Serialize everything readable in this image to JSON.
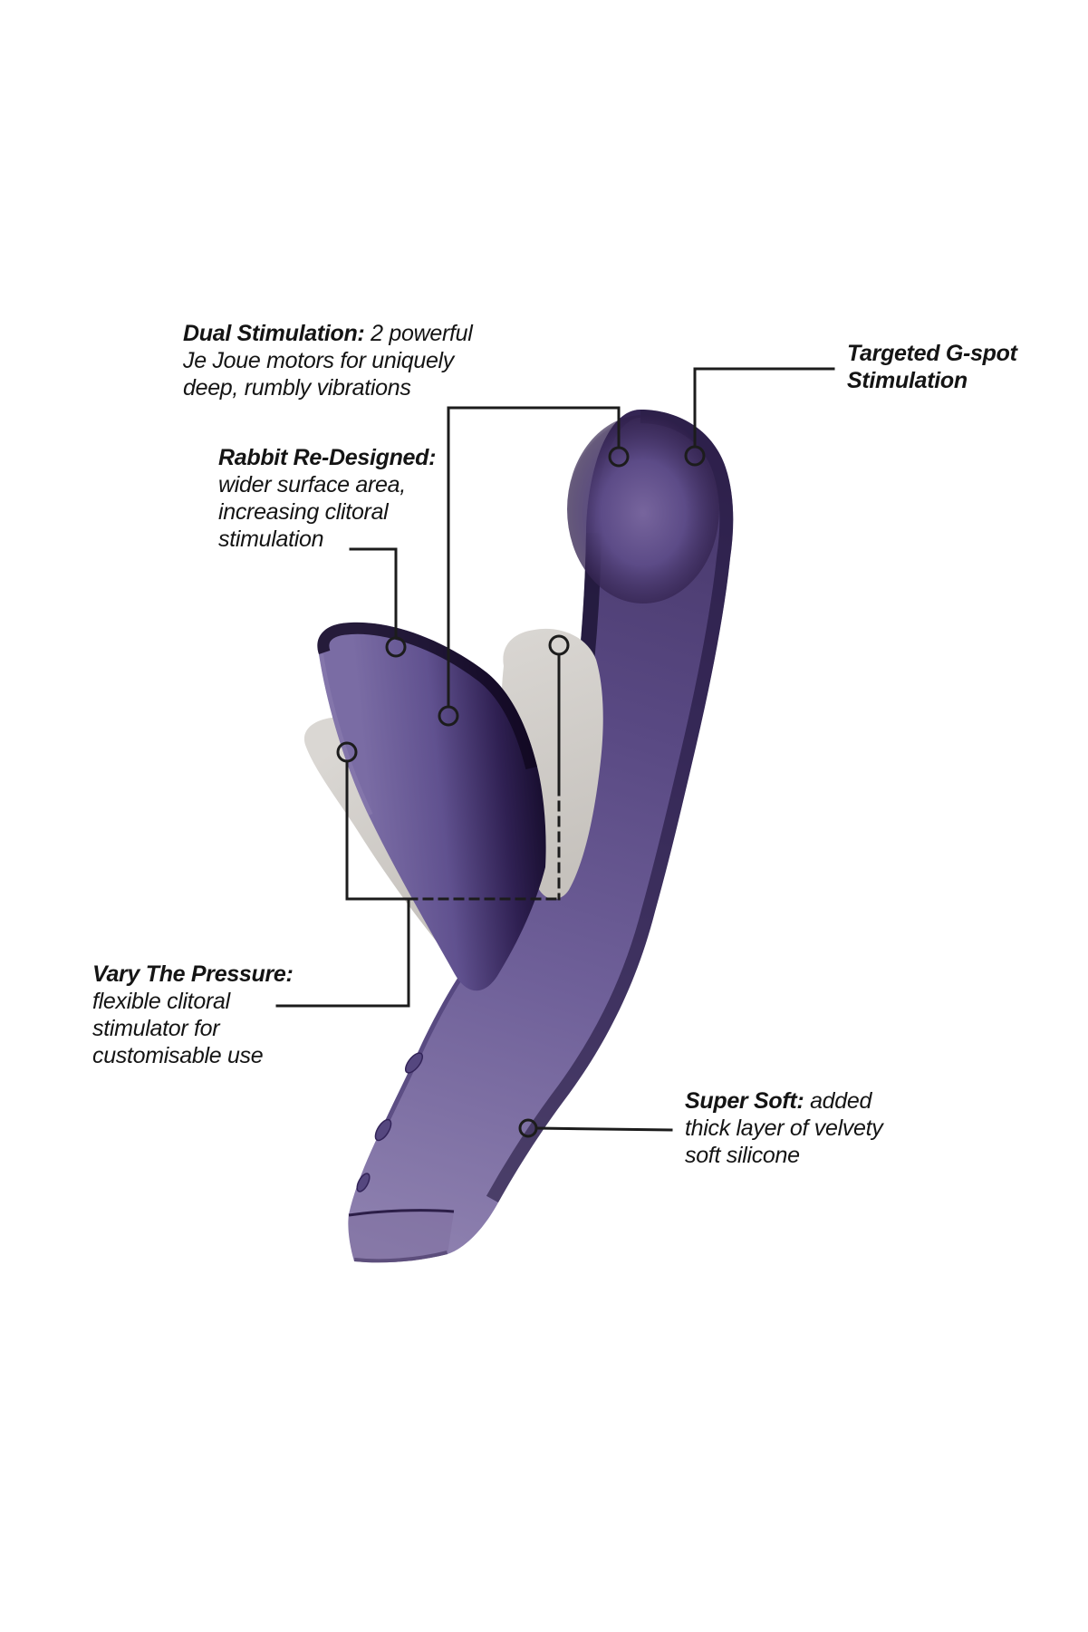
{
  "page": {
    "type": "product-feature-diagram",
    "background": "#ffffff",
    "line_color": "#1c1c1c",
    "device_purple": "#5f5190",
    "device_purple_light": "#8f82b0",
    "device_purple_dark": "#190e33",
    "ghost_gray": "#d5d2ce"
  },
  "annotations": {
    "dual": {
      "label": "Dual Stimulation:",
      "line1_rest": "2 powerful",
      "line2": "Je Joue motors for uniquely",
      "line3": "deep, rumbly vibrations"
    },
    "gspot": {
      "label_line1": "Targeted G-spot",
      "label_line2": "Stimulation"
    },
    "rabbit": {
      "label": "Rabbit Re-Designed:",
      "line2": "wider surface area,",
      "line3": "increasing clitoral",
      "line4": "stimulation"
    },
    "vary": {
      "label": "Vary The Pressure:",
      "line2": "flexible clitoral",
      "line3": "stimulator for",
      "line4": "customisable use"
    },
    "soft": {
      "label": "Super Soft:",
      "line1_rest": "added",
      "line2": "thick layer of velvety",
      "line3": "soft silicone"
    }
  }
}
